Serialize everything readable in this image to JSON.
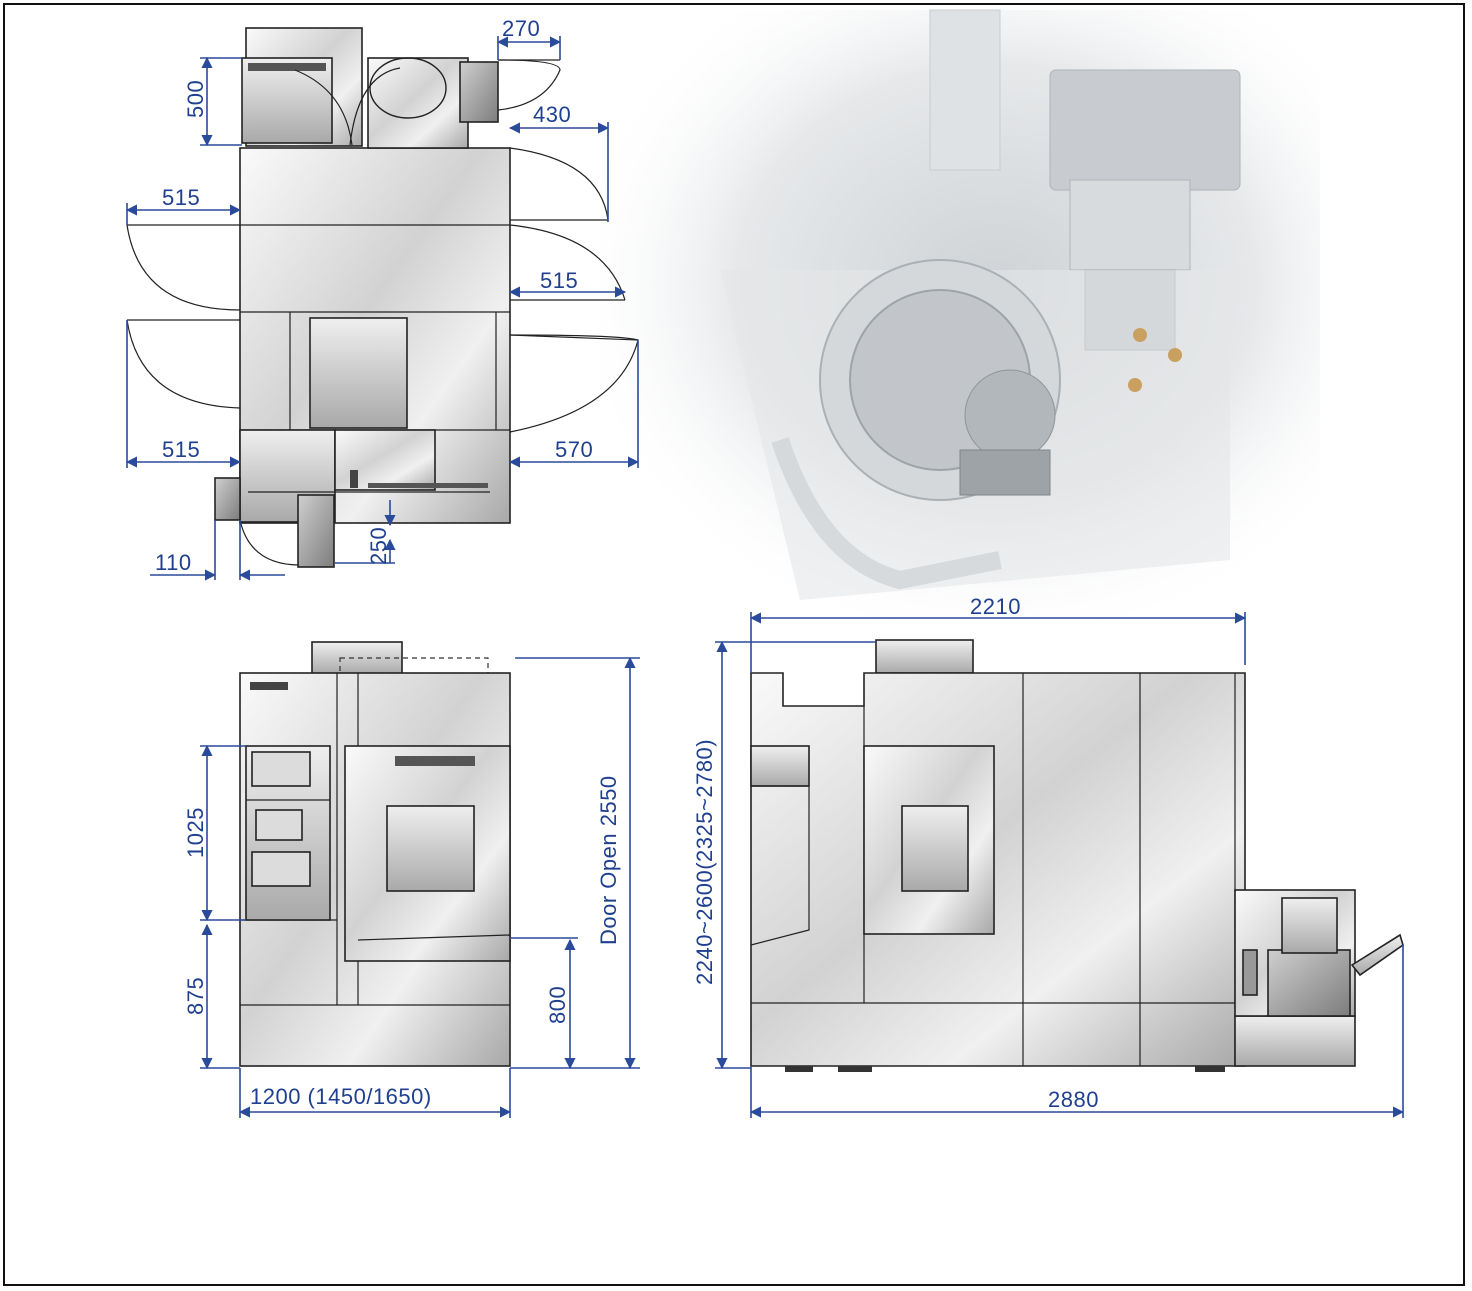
{
  "dimensions": {
    "top_view": {
      "d270": "270",
      "d500": "500",
      "d430": "430",
      "d515_left_top": "515",
      "d515_right": "515",
      "d515_left_bottom": "515",
      "d570": "570",
      "d110": "110",
      "d250": "250"
    },
    "front_view": {
      "d1025": "1025",
      "d875": "875",
      "d800": "800",
      "door_open": "Door Open 2550",
      "width": "1200 (1450/1650)"
    },
    "side_view": {
      "d2210": "2210",
      "height": "2240~2600(2325~2780)",
      "d2880": "2880"
    }
  },
  "colors": {
    "dimension_blue": "#1f3f8f",
    "machine_grey_light": "#f2f2f2",
    "machine_grey_dark": "#9a9a9a"
  }
}
